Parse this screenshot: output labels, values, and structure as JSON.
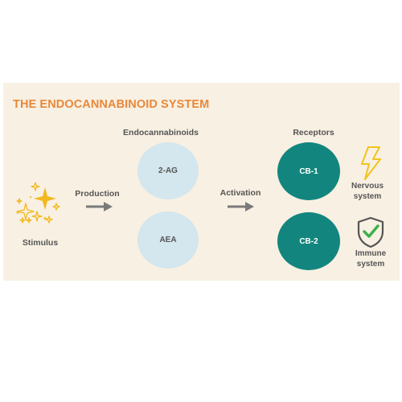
{
  "title": "THE ENDOCANNABINOID SYSTEM",
  "stimulus": {
    "label": "Stimulus",
    "icon": "sparkles-icon"
  },
  "production": {
    "label": "Production"
  },
  "endocannabinoids": {
    "heading": "Endocannabinoids",
    "items": [
      "2-AG",
      "AEA"
    ]
  },
  "activation": {
    "label": "Activation"
  },
  "receptors": {
    "heading": "Receptors",
    "items": [
      "CB-1",
      "CB-2"
    ]
  },
  "effects": {
    "nervous": {
      "line1": "Nervous",
      "line2": "system",
      "icon": "lightning-bolt-icon"
    },
    "immune": {
      "line1": "Immune",
      "line2": "system",
      "icon": "shield-check-icon"
    }
  },
  "colors": {
    "title": "#e8883b",
    "panel": "#f8f0e2",
    "endocannabinoid": "#d4e6ee",
    "receptor": "#12867e",
    "sparkle": "#f2b81f",
    "bolt": "#f2c41a",
    "check": "#3cb14a",
    "arrow": "#7a7a7a"
  }
}
